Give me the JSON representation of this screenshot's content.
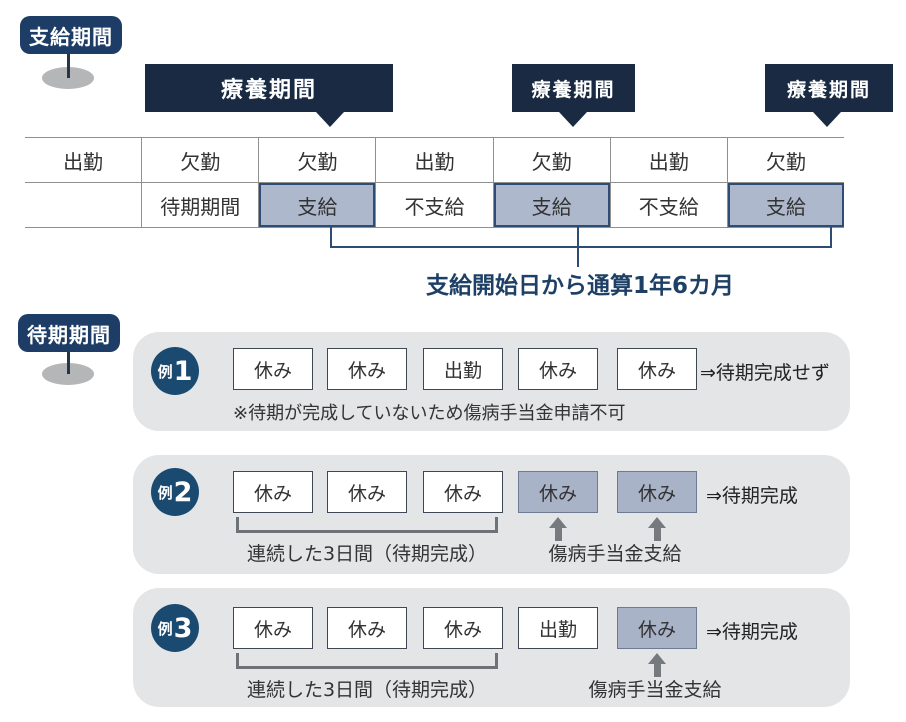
{
  "badges": {
    "payment_period": "支給期間",
    "waiting_period": "待期期間"
  },
  "treatment": {
    "label": "療養期間"
  },
  "timeline": {
    "row1": [
      "出勤",
      "欠勤",
      "欠勤",
      "出勤",
      "欠勤",
      "出勤",
      "欠勤"
    ],
    "row2": [
      "",
      "待期期間",
      "支給",
      "不支給",
      "支給",
      "不支給",
      "支給"
    ],
    "bracket_label": "支給開始日から通算1年6カ月"
  },
  "examples": [
    {
      "label": "例",
      "num": "1",
      "boxes": [
        "休み",
        "休み",
        "出勤",
        "休み",
        "休み"
      ],
      "result": "⇒待期完成せず",
      "note": "※待期が完成していないため傷病手当金申請不可"
    },
    {
      "label": "例",
      "num": "2",
      "boxes": [
        "休み",
        "休み",
        "休み",
        "休み",
        "休み"
      ],
      "result": "⇒待期完成",
      "bracket_label": "連続した3日間（待期完成）",
      "arrow_label": "傷病手当金支給"
    },
    {
      "label": "例",
      "num": "3",
      "boxes": [
        "休み",
        "休み",
        "休み",
        "出勤",
        "休み"
      ],
      "result": "⇒待期完成",
      "bracket_label": "連続した3日間（待期完成）",
      "arrow_label": "傷病手当金支給"
    }
  ],
  "colors": {
    "navy_dark": "#192a42",
    "navy_badge": "#1d3d66",
    "circle_blue": "#1b4a70",
    "pay_cell_fill": "#aeb8cc",
    "pay_cell_border": "#2e4d74",
    "example_blue_fill": "#a9b3c8",
    "block_gray": "#e4e5e7"
  }
}
